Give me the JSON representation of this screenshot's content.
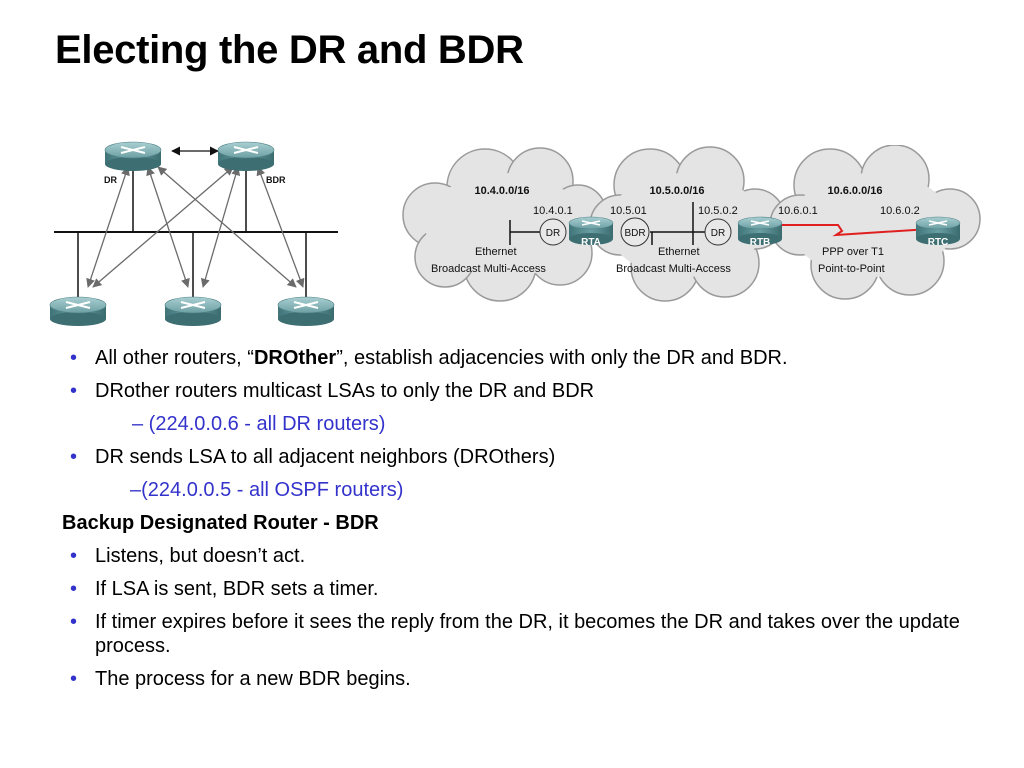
{
  "title": "Electing the DR and BDR",
  "diagram_left": {
    "dr_label": "DR",
    "bdr_label": "BDR"
  },
  "diagram_right": {
    "cloud1": {
      "network": "10.4.0.0/16",
      "ip": "10.4.0.1",
      "line1": "Ethernet",
      "line2": "Broadcast Multi-Access"
    },
    "cloud2": {
      "network": "10.5.0.0/16",
      "ip_left": "10.5.01",
      "ip_right": "10.5.0.2",
      "line1": "Ethernet",
      "line2": "Broadcast Multi-Access"
    },
    "cloud3": {
      "network": "10.6.0.0/16",
      "ip_left": "10.6.0.1",
      "ip_right": "10.6.0.2",
      "line1": "PPP over T1",
      "line2": "Point-to-Point"
    },
    "role_dr_a": "DR",
    "role_bdr": "BDR",
    "role_dr_b": "DR",
    "router_a": "RTA",
    "router_b": "RTB",
    "router_c": "RTC"
  },
  "content": {
    "bullet_char": "•",
    "b1_pre": "All other routers, “",
    "b1_bold": "DROther",
    "b1_post": "”, establish adjacencies with only the DR and BDR.",
    "b2": "DRother routers multicast LSAs  to only the DR and BDR",
    "sub1": "– (224.0.0.6 - all DR routers)",
    "b3": "DR sends LSA to all adjacent neighbors  (DROthers)",
    "sub2": "–(224.0.0.5 - all OSPF routers)",
    "heading": "Backup Designated Router - BDR",
    "b4": "Listens, but doesn’t act.",
    "b5": "If LSA is sent, BDR sets a timer.",
    "b6": "If timer expires before it sees the reply from the DR, it becomes the DR and takes over the update process.",
    "b7": "The process for a new BDR begins."
  },
  "colors": {
    "bullet": "#3333cc",
    "sub_text": "#3333cc",
    "router_body": "#4f8a8e",
    "serial_link": "#e02020",
    "cloud": "#e4e4e4"
  }
}
